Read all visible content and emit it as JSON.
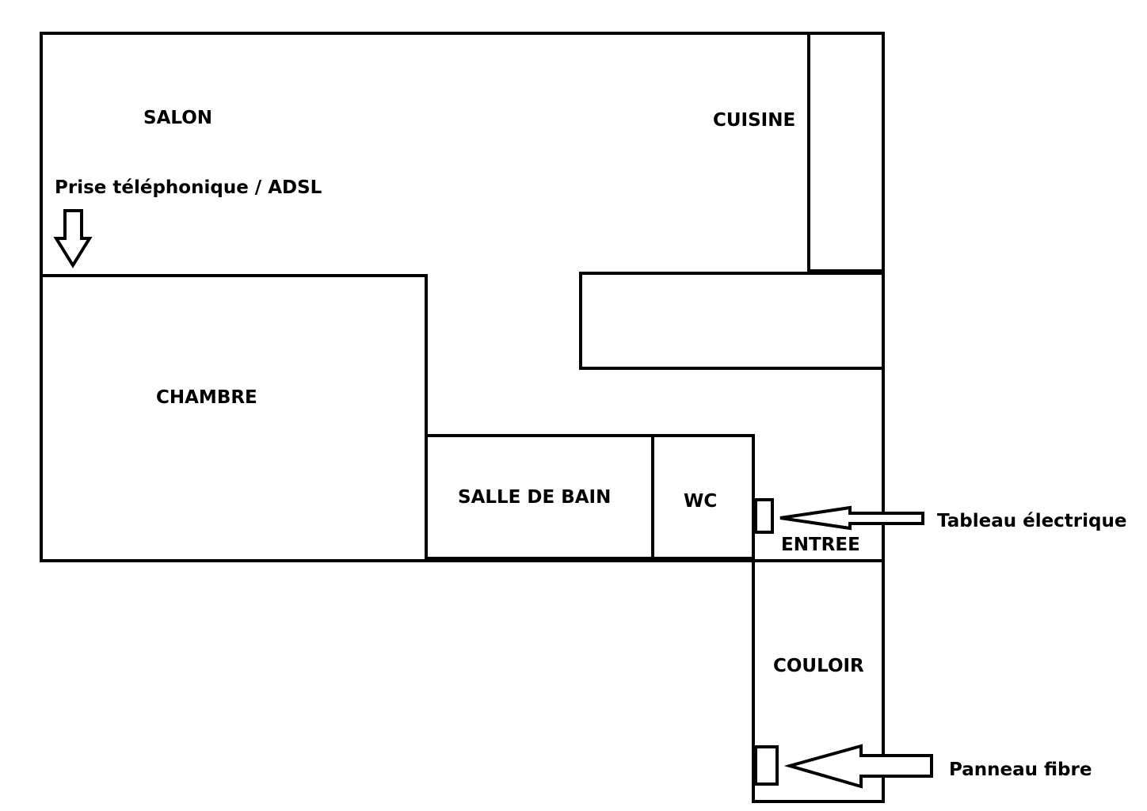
{
  "rooms": {
    "salon": "SALON",
    "cuisine": "CUISINE",
    "chambre": "CHAMBRE",
    "salle_de_bain": "SALLE DE BAIN",
    "wc": "WC",
    "entree": "ENTREE",
    "couloir": "COULOIR"
  },
  "annotations": {
    "phone_outlet": "Prise téléphonique / ADSL",
    "electrical_panel": "Tableau électrique",
    "fiber_panel": "Panneau fibre"
  },
  "colors": {
    "stroke": "#000000",
    "background": "#ffffff"
  }
}
